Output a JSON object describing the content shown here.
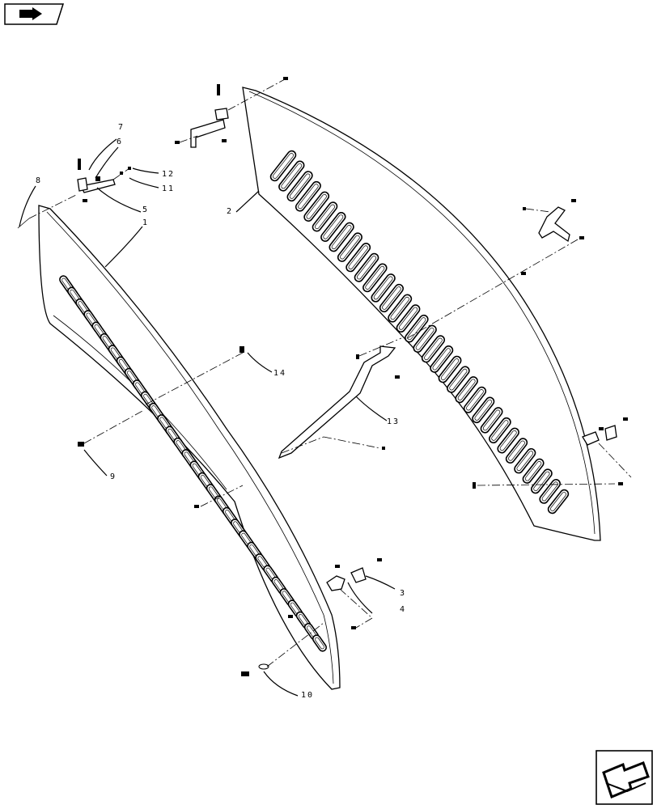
{
  "diagram": {
    "callouts": [
      {
        "id": "c1",
        "label": "1"
      },
      {
        "id": "c2",
        "label": "2"
      },
      {
        "id": "c3",
        "label": "3"
      },
      {
        "id": "c4",
        "label": "4"
      },
      {
        "id": "c5",
        "label": "5"
      },
      {
        "id": "c6",
        "label": "6"
      },
      {
        "id": "c7",
        "label": "7"
      },
      {
        "id": "c8",
        "label": "8"
      },
      {
        "id": "c9",
        "label": "9"
      },
      {
        "id": "c10",
        "label": "10"
      },
      {
        "id": "c11",
        "label": "11"
      },
      {
        "id": "c12",
        "label": "12"
      },
      {
        "id": "c13",
        "label": "13"
      },
      {
        "id": "c14",
        "label": "14"
      }
    ],
    "icons": {
      "top_left": "book-navigation-icon",
      "bottom_right": "next-page-arrow-icon"
    }
  }
}
